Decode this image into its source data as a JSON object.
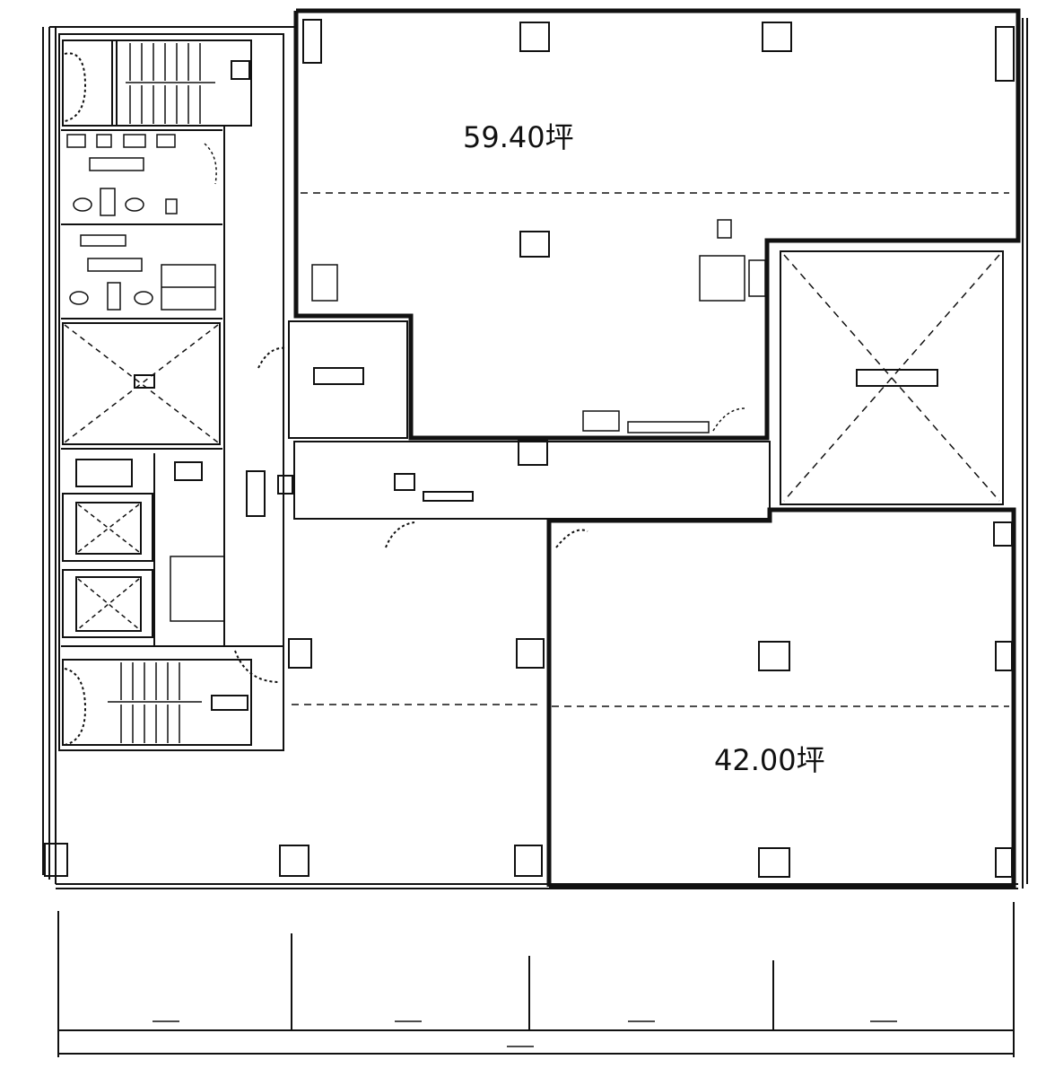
{
  "units": [
    {
      "id": "north-unit",
      "area": "59.40坪"
    },
    {
      "id": "south-unit",
      "area": "42.00坪"
    }
  ]
}
